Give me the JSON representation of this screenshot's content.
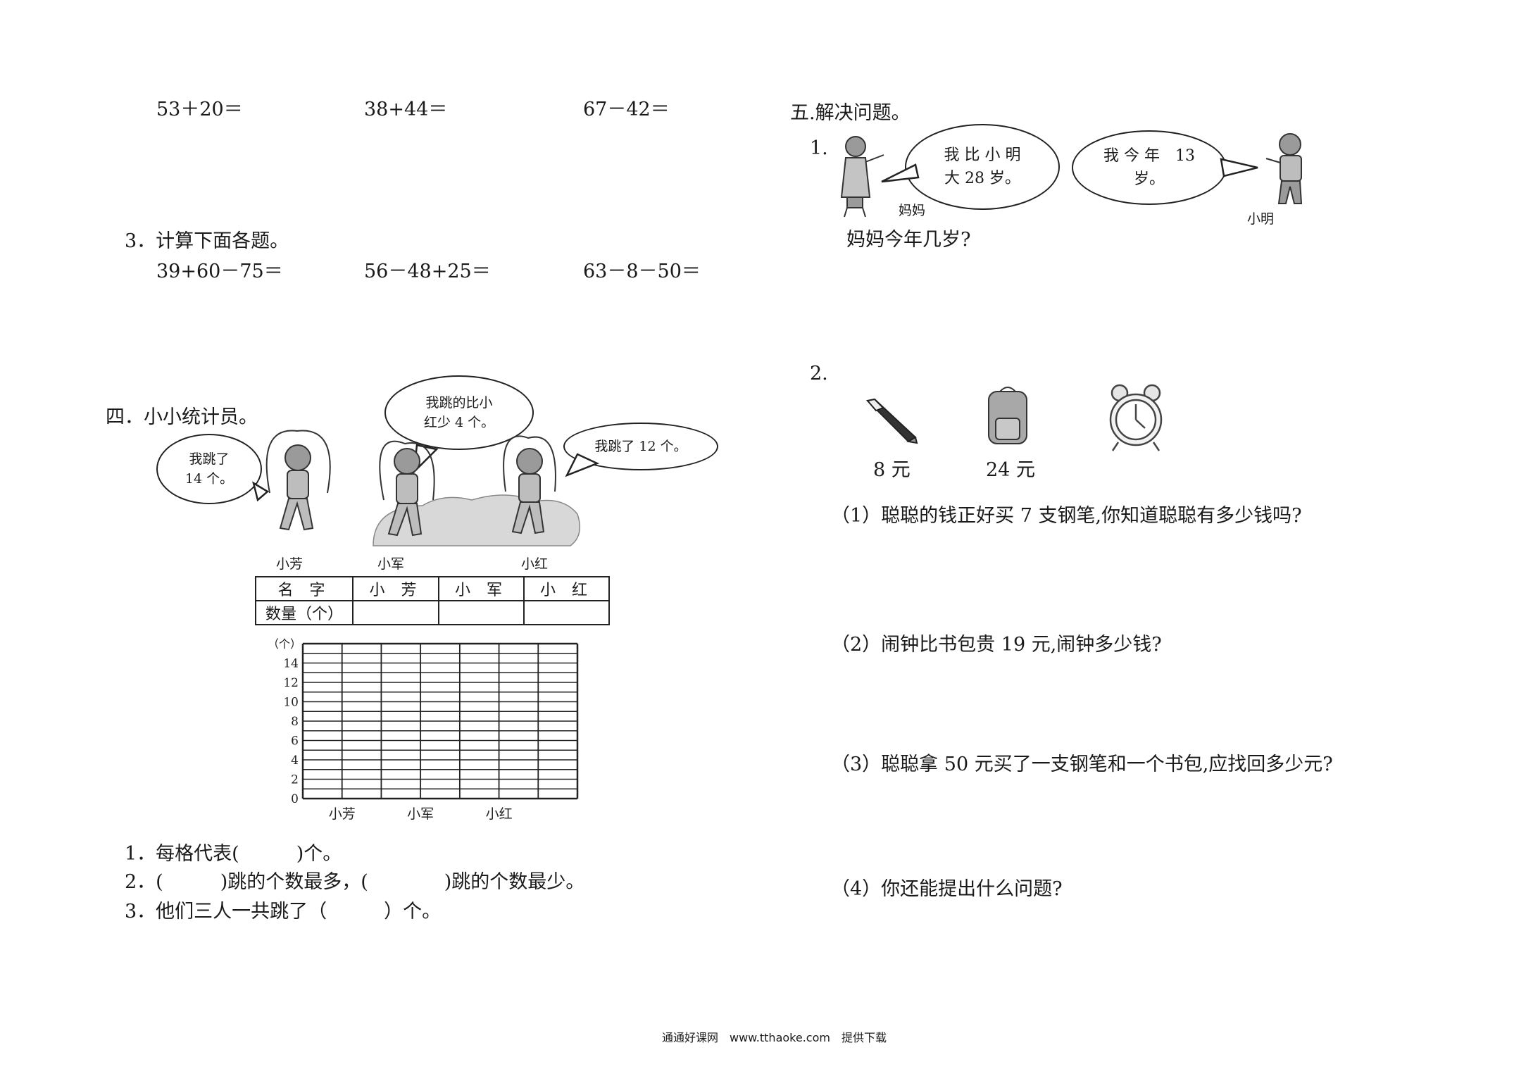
{
  "left": {
    "row1": [
      "53＋20＝",
      "38+44＝",
      "67－42＝"
    ],
    "q3_title": "3．计算下面各题。",
    "row2": [
      "39+60－75＝",
      "56－48+25＝",
      "63－8－50＝"
    ],
    "sec4_title": "四．小小统计员。",
    "bubbles": {
      "fang_l1": "我跳了",
      "fang_l2": "14 个。",
      "jun_l1": "我跳的比小",
      "jun_l2": "红少 4 个。",
      "hong": "我跳了 12 个。"
    },
    "kids": [
      "小芳",
      "小军",
      "小红"
    ],
    "table": {
      "row1": [
        "名 字",
        "小 芳",
        "小 军",
        "小 红"
      ],
      "row2_label": "数量（个）"
    },
    "chart_data": {
      "type": "bar",
      "ylabel": "（个）",
      "y_ticks": [
        0,
        2,
        4,
        6,
        8,
        10,
        12,
        14
      ],
      "categories": [
        "小芳",
        "小军",
        "小红"
      ],
      "ylim": [
        0,
        16
      ],
      "grid": true
    },
    "qs": {
      "q1": "1．每格代表(　　　)个。",
      "q2": "2．(　　　)跳的个数最多，(　　　　)跳的个数最少。",
      "q3": "3．他们三人一共跳了（　　　）个。"
    }
  },
  "right": {
    "sec5_title": "五.解决问题。",
    "p1": {
      "num": "1.",
      "mom_b1": "我 比 小 明",
      "mom_b2": "大 28 岁。",
      "boy_b1": "我 今 年　13",
      "boy_b2": "岁。",
      "mom_label": "妈妈",
      "boy_label": "小明",
      "question": "妈妈今年几岁?"
    },
    "p2": {
      "num": "2.",
      "pen_price": "8 元",
      "bag_price": "24 元",
      "q1": "（1）聪聪的钱正好买 7 支钢笔,你知道聪聪有多少钱吗?",
      "q2": "（2）闹钟比书包贵 19 元,闹钟多少钱?",
      "q3": "（3）聪聪拿 50 元买了一支钢笔和一个书包,应找回多少元?",
      "q4": "（4）你还能提出什么问题?"
    }
  },
  "footer": "通通好课网　www.tthaoke.com　提供下载"
}
